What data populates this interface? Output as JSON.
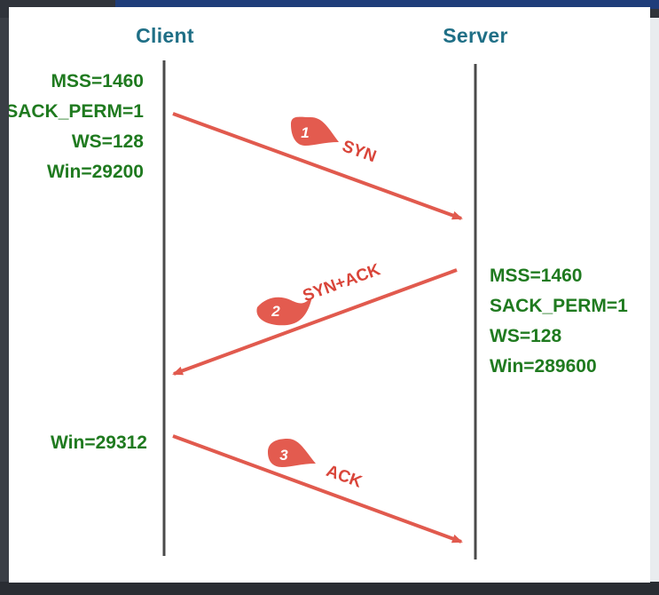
{
  "diagram": {
    "client": {
      "title": "Client",
      "params_syn": [
        "MSS=1460",
        "SACK_PERM=1",
        "WS=128",
        "Win=29200"
      ],
      "param_ack": "Win=29312"
    },
    "server": {
      "title": "Server",
      "params_synack": [
        "MSS=1460",
        "SACK_PERM=1",
        "WS=128",
        "Win=289600"
      ]
    },
    "messages": [
      {
        "step": "1",
        "label": "SYN"
      },
      {
        "step": "2",
        "label": "SYN+ACK"
      },
      {
        "step": "3",
        "label": "ACK"
      }
    ]
  },
  "colors": {
    "title": "#1f6f86",
    "param": "#1f7a1f",
    "arrow": "#e15a4e",
    "badge": "#e35b4f",
    "lifeline": "#4a4a4a"
  }
}
